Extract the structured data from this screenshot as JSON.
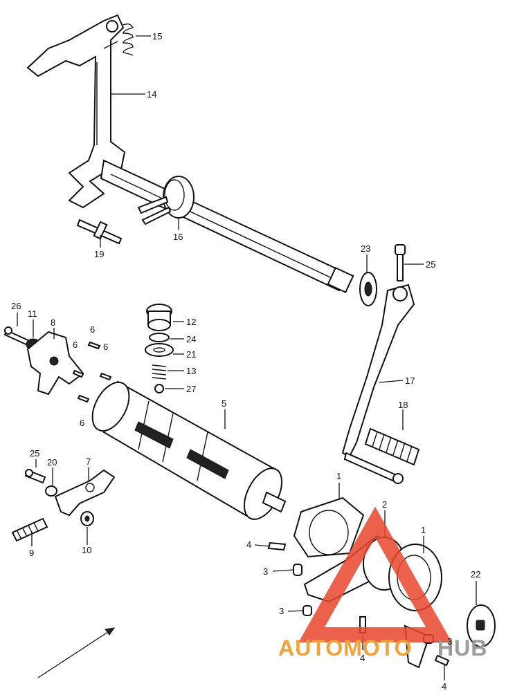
{
  "labels": [
    {
      "id": "p15",
      "text": "15"
    },
    {
      "id": "p14",
      "text": "14"
    },
    {
      "id": "p16",
      "text": "16"
    },
    {
      "id": "p19",
      "text": "19"
    },
    {
      "id": "p23",
      "text": "23"
    },
    {
      "id": "p25a",
      "text": "25"
    },
    {
      "id": "p12",
      "text": "12"
    },
    {
      "id": "p24",
      "text": "24"
    },
    {
      "id": "p21",
      "text": "21"
    },
    {
      "id": "p13",
      "text": "13"
    },
    {
      "id": "p27",
      "text": "27"
    },
    {
      "id": "p26",
      "text": "26"
    },
    {
      "id": "p11",
      "text": "11"
    },
    {
      "id": "p8",
      "text": "8"
    },
    {
      "id": "p6a",
      "text": "6"
    },
    {
      "id": "p6b",
      "text": "6"
    },
    {
      "id": "p6c",
      "text": "6"
    },
    {
      "id": "p6d",
      "text": "6"
    },
    {
      "id": "p5",
      "text": "5"
    },
    {
      "id": "p17",
      "text": "17"
    },
    {
      "id": "p18",
      "text": "18"
    },
    {
      "id": "p25b",
      "text": "25"
    },
    {
      "id": "p20",
      "text": "20"
    },
    {
      "id": "p7",
      "text": "7"
    },
    {
      "id": "p9",
      "text": "9"
    },
    {
      "id": "p10",
      "text": "10"
    },
    {
      "id": "p1a",
      "text": "1"
    },
    {
      "id": "p2",
      "text": "2"
    },
    {
      "id": "p1b",
      "text": "1"
    },
    {
      "id": "p4a",
      "text": "4"
    },
    {
      "id": "p3a",
      "text": "3"
    },
    {
      "id": "p3b",
      "text": "3"
    },
    {
      "id": "p22",
      "text": "22"
    },
    {
      "id": "p4b",
      "text": "4"
    },
    {
      "id": "p3c",
      "text": "3"
    },
    {
      "id": "p4c",
      "text": "4"
    }
  ],
  "watermark": {
    "text_left": "AUTOMOTO",
    "text_right": "HUB",
    "color_left": "#f2a23a",
    "color_right": "#9a9a9a",
    "color_triangle": "#e8452c"
  }
}
